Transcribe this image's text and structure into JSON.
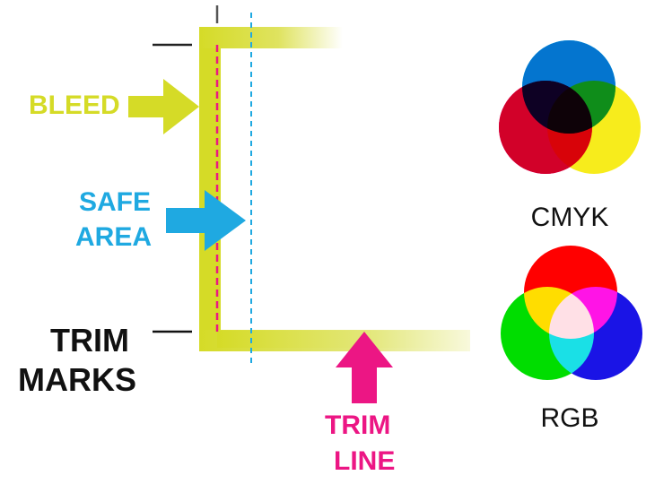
{
  "colors": {
    "bleed": "#d5db27",
    "bleed_light": "#eef0a6",
    "safe": "#1fa9e1",
    "trim": "#ec1684",
    "marks": "#111111",
    "cyan": "#3ec5ee",
    "magenta": "#ef1b8a",
    "yellow": "#f7ec1c",
    "red": "#ff0000",
    "green": "#00dd00",
    "blue": "#1a14e6"
  },
  "labels": {
    "bleed": "BLEED",
    "safe_line1": "SAFE",
    "safe_line2": "AREA",
    "trim_marks_line1": "TRIM",
    "trim_marks_line2": "MARKS",
    "trim_line_line1": "TRIM",
    "trim_line_line2": "LINE"
  },
  "color_models": {
    "cmyk": "CMYK",
    "rgb": "RGB"
  }
}
